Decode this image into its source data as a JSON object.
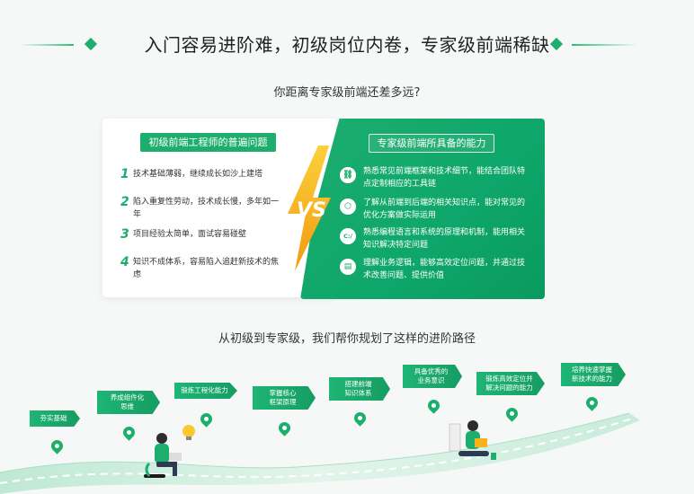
{
  "header": {
    "title": "入门容易进阶难，初级岗位内卷，专家级前端稀缺"
  },
  "subtitle": "你距离专家级前端还差多远?",
  "compare": {
    "left_title": "初级前端工程师的普遍问题",
    "right_title": "专家级前端所具备的能力",
    "vs": "VS",
    "problems": [
      {
        "num": "1",
        "text": "技术基础薄弱，继续成长如沙上建塔"
      },
      {
        "num": "2",
        "text": "陷入重复性劳动，技术成长慢，多年如一年"
      },
      {
        "num": "3",
        "text": "项目经验太简单，面试容易碰壁"
      },
      {
        "num": "4",
        "text": "知识不成体系，容易陷入追赶新技术的焦虑"
      }
    ],
    "abilities": [
      {
        "icon": "link-icon",
        "glyph": "⛓",
        "text": "熟悉常见前端框架和技术细节，能结合团队特点定制相应的工具链"
      },
      {
        "icon": "cube-icon",
        "glyph": "⬡",
        "text": "了解从前端到后端的相关知识点，能对常见的优化方案做实际运用"
      },
      {
        "icon": "code-icon",
        "glyph": "C:/",
        "text": "熟悉编程语言和系统的原理和机制，能用相关知识解决特定问题"
      },
      {
        "icon": "chart-icon",
        "glyph": "▤",
        "text": "理解业务逻辑，能够高效定位问题，并通过技术改善问题、提供价值"
      }
    ]
  },
  "path": {
    "title": "从初级到专家级，我们帮你规划了这样的进阶路径",
    "steps": [
      {
        "l1": "夯实基础",
        "l2": ""
      },
      {
        "l1": "养成组件化",
        "l2": "思维"
      },
      {
        "l1": "锻炼工程化能力",
        "l2": ""
      },
      {
        "l1": "掌握核心",
        "l2": "框架原理"
      },
      {
        "l1": "搭建前端",
        "l2": "知识体系"
      },
      {
        "l1": "具备优秀的",
        "l2": "业务意识"
      },
      {
        "l1": "锻炼高效定位并",
        "l2": "解决问题的能力"
      },
      {
        "l1": "培养快速掌握",
        "l2": "新技术的能力"
      }
    ]
  },
  "colors": {
    "accent": "#1dad6c",
    "lightning": "#f7b21c"
  }
}
